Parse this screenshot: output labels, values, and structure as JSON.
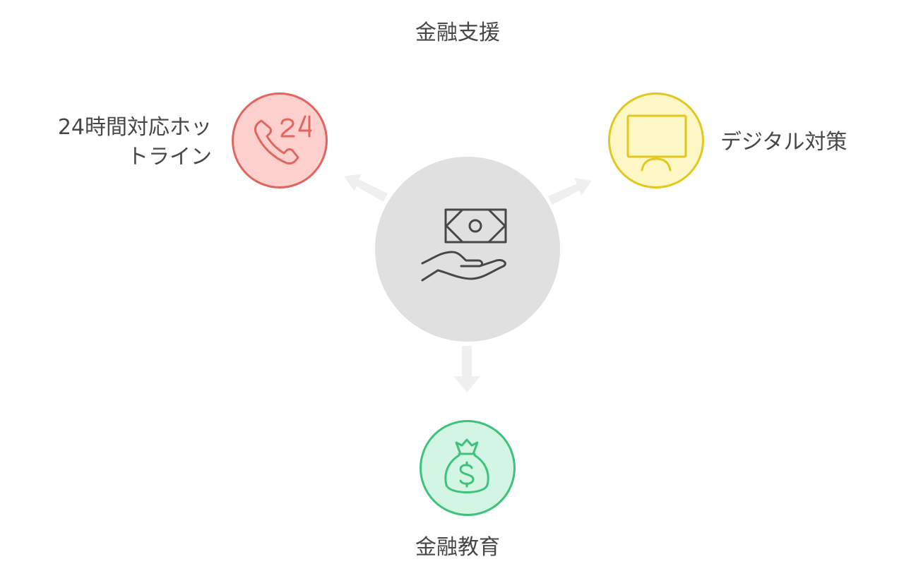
{
  "title": "金融支援",
  "center": {
    "icon": "money-in-hand-icon",
    "fill": "#e0e0e0"
  },
  "nodes": [
    {
      "id": "hotline",
      "label_line1": "24時間対応ホッ",
      "label_line2": "トライン",
      "icon": "phone-24h-icon",
      "fill": "#fdd0cd",
      "stroke": "#e06560"
    },
    {
      "id": "digital",
      "label": "デジタル対策",
      "icon": "monitor-icon",
      "fill": "#fdf6c5",
      "stroke": "#e0c820"
    },
    {
      "id": "education",
      "label": "金融教育",
      "icon": "money-bag-icon",
      "fill": "#d3f5e3",
      "stroke": "#3ec27b"
    }
  ],
  "arrow_color": "#efefef"
}
